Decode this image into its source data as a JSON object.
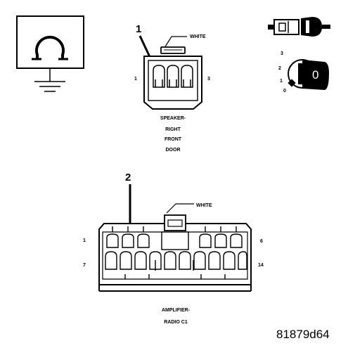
{
  "figure_id": "81879d64",
  "ground_symbol": {
    "icon": "ohm-ground-icon"
  },
  "ignition_key": {
    "icon": "ignition-key-icon",
    "positions": [
      "3",
      "2",
      "1",
      "0"
    ],
    "key_label": "0"
  },
  "speaker_connector": {
    "callout": "1",
    "color_label": "WHITE",
    "pin_left": "1",
    "pin_right": "3",
    "caption_lines": [
      "SPEAKER-",
      "RIGHT",
      "FRONT",
      "DOOR"
    ]
  },
  "amplifier_connector": {
    "callout": "2",
    "color_label": "WHITE",
    "pin_top_left": "1",
    "pin_top_right": "6",
    "pin_bottom_left": "7",
    "pin_bottom_right": "14",
    "caption_lines": [
      "AMPLIFIER-",
      "RADIO C1"
    ]
  }
}
